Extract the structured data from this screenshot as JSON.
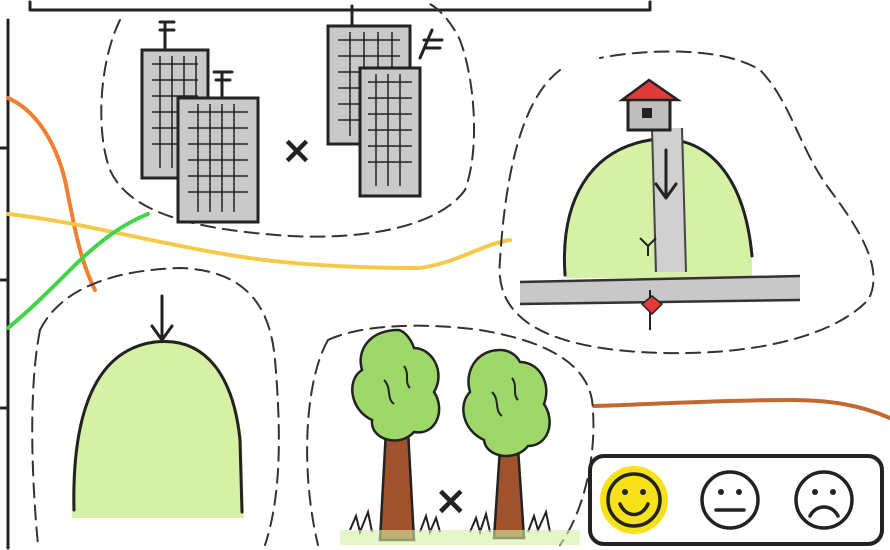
{
  "symbols": {
    "operator_top": "×",
    "operator_trees": "×"
  },
  "rating_panel": {
    "options": [
      {
        "id": "happy",
        "icon": "smiley-happy-icon",
        "selected": true
      },
      {
        "id": "neutral",
        "icon": "smiley-neutral-icon",
        "selected": false
      },
      {
        "id": "sad",
        "icon": "smiley-sad-icon",
        "selected": false
      }
    ],
    "highlight_color": "#f7e11a"
  },
  "colors": {
    "hill_green": "#d6f0a6",
    "tree_green": "#9ed86a",
    "trunk_brown": "#a0522d",
    "roof_red": "#e03a3a",
    "line_orange": "#f08030",
    "line_yellow": "#f7c948",
    "line_green": "#44d44a",
    "line_brown": "#c06a30"
  }
}
